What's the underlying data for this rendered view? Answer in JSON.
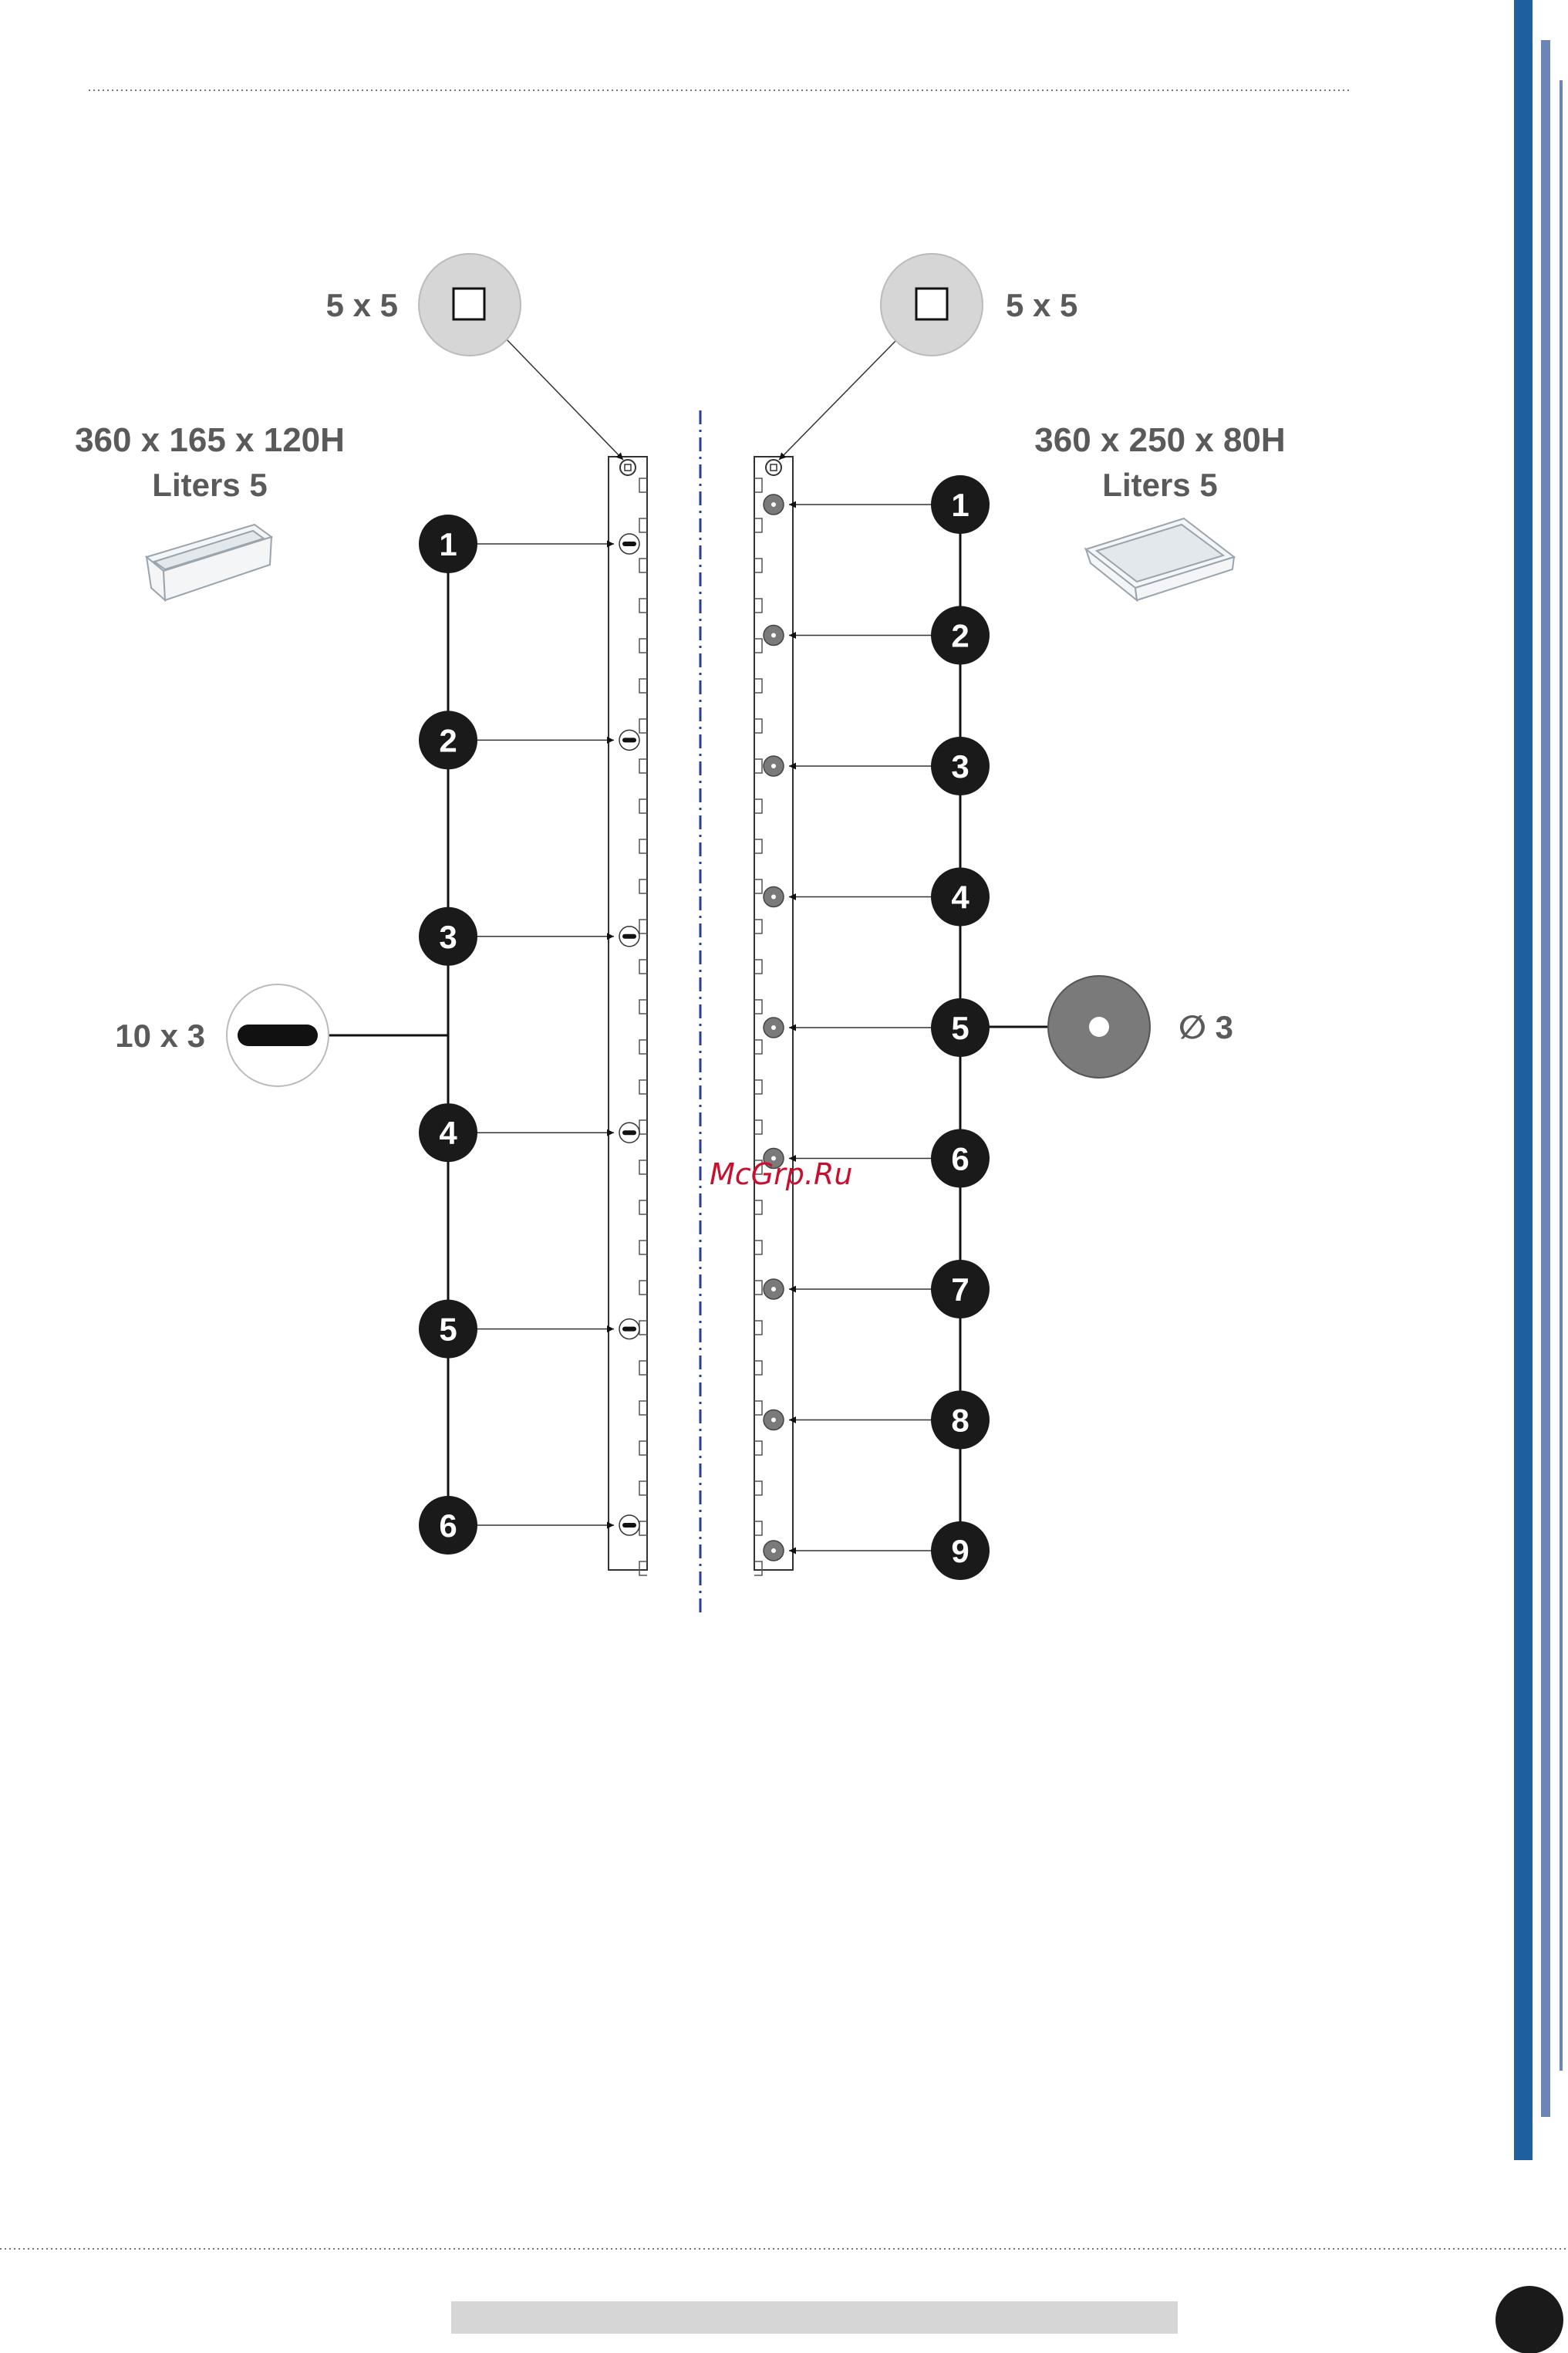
{
  "left_config": {
    "pan_size": "360 x 165 x 120H",
    "pan_capacity": "Liters  5",
    "top_hole_size": "5 x 5",
    "slot_hole_size": "10 x 3",
    "positions": [
      "1",
      "2",
      "3",
      "4",
      "5",
      "6"
    ]
  },
  "right_config": {
    "pan_size": "360 x 250 x 80H",
    "pan_capacity": "Liters  5",
    "top_hole_size": "5 x 5",
    "round_hole_size": "∅ 3",
    "positions": [
      "1",
      "2",
      "3",
      "4",
      "5",
      "6",
      "7",
      "8",
      "9"
    ]
  },
  "watermark": "McGrp.Ru",
  "colors": {
    "accent_blue": "#1e5fa0",
    "secondary_blue": "#6d85b6",
    "divider_blue": "#2a3f9a",
    "marker_fill": "#1a1a1a",
    "detail_gray": "#d6d6d6",
    "hole_gray": "#7a7a7a"
  }
}
